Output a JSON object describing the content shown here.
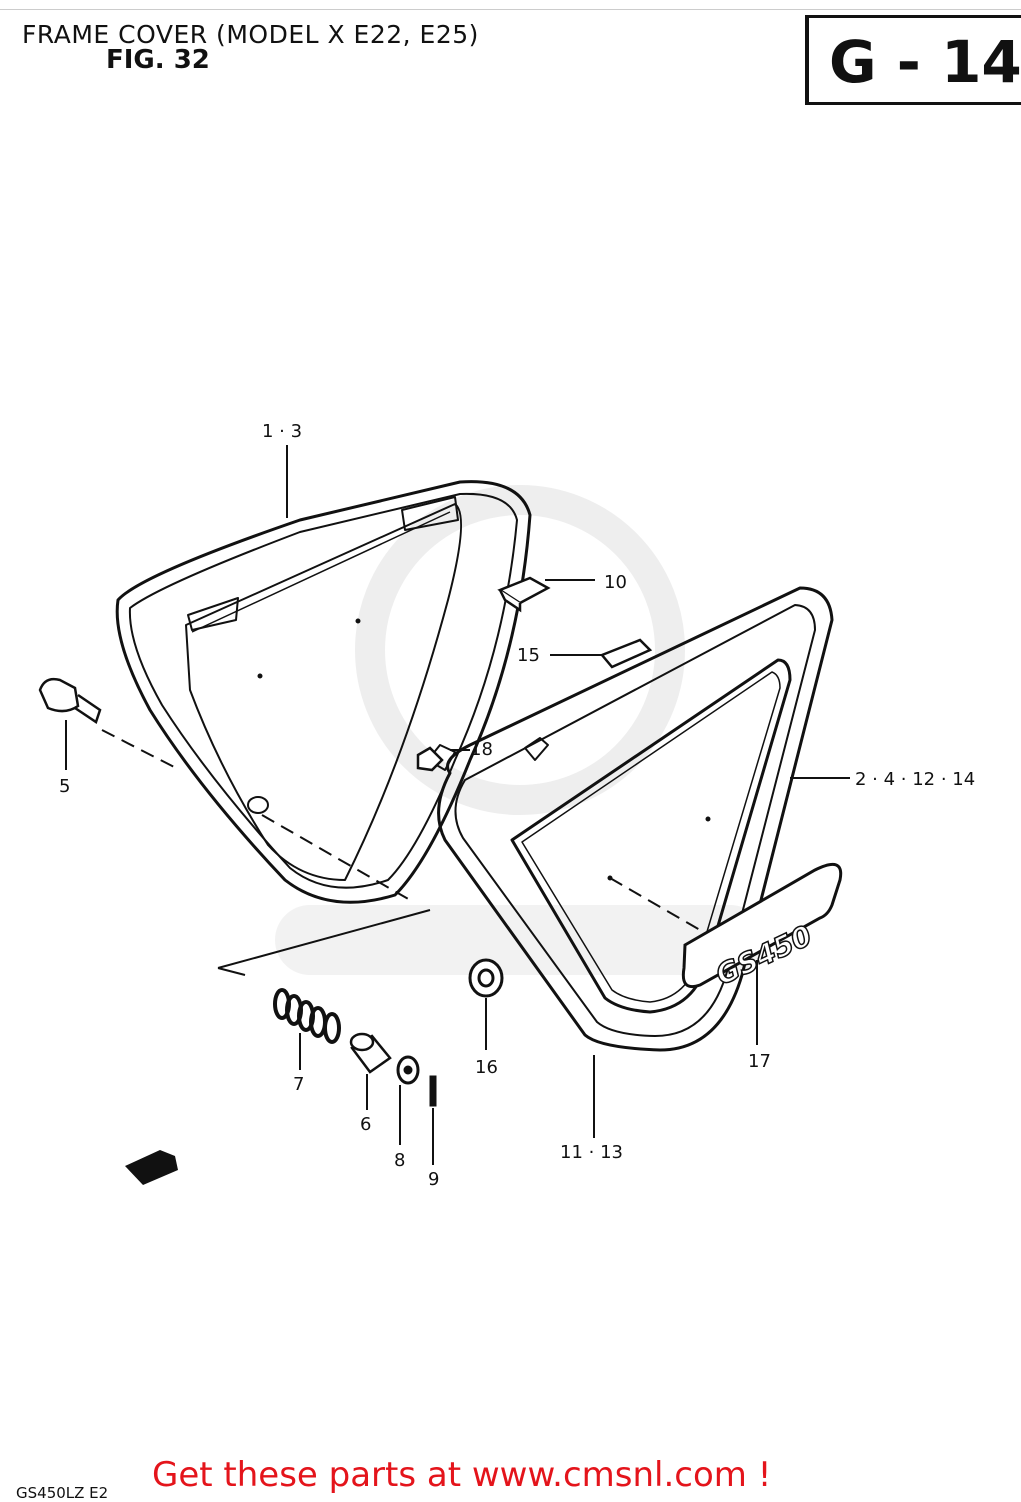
{
  "title": "FRAME COVER (MODEL X E22, E25)",
  "figure_label": "FIG. 32",
  "page_ref": "G - 14",
  "callouts": {
    "c1_3": "1 · 3",
    "c2_4_12_14": "2 · 4 · 12 · 14",
    "c5": "5",
    "c6": "6",
    "c7": "7",
    "c8": "8",
    "c9": "9",
    "c10": "10",
    "c11_13": "11 · 13",
    "c15": "15",
    "c16": "16",
    "c17": "17",
    "c18": "18"
  },
  "emblem_text": "GS450",
  "model_code": "GS450LZ E2",
  "promo_text": "Get these parts at www.cmsnl.com !",
  "colors": {
    "promo": "#e4141b",
    "line": "#111111",
    "watermark": "#dddddd"
  }
}
